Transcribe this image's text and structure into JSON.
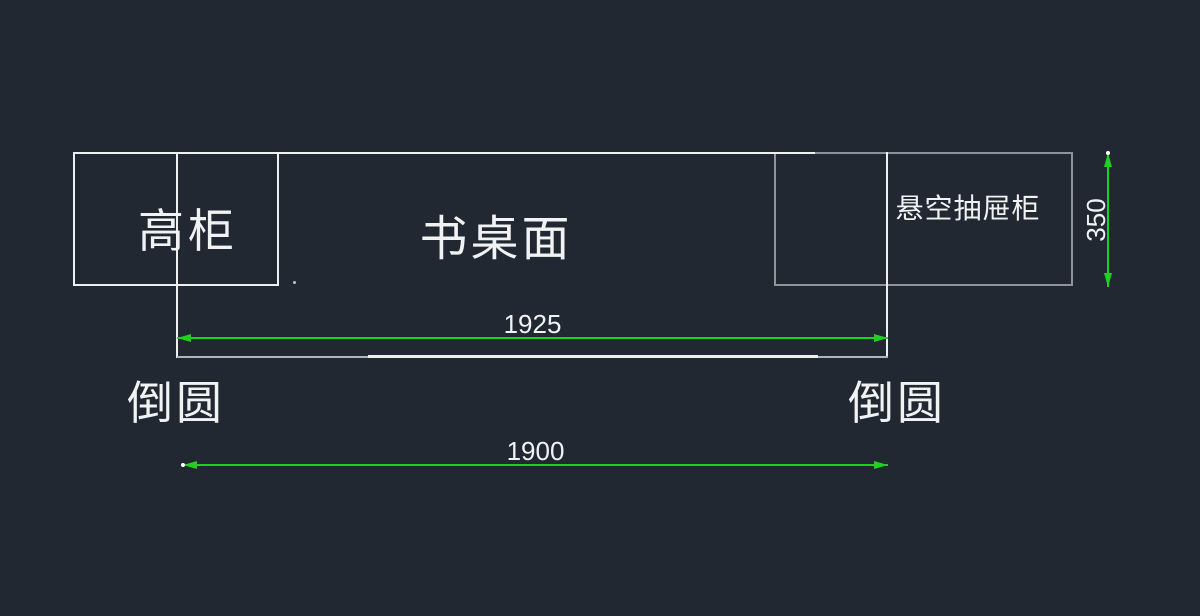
{
  "colors": {
    "background": "#222831",
    "line_white": "#edeff1",
    "line_gray": "#90949a",
    "line_dim": "#b2b6bc",
    "green": "#1ed11e",
    "text": "#f0f2f4"
  },
  "entities": {
    "tall_cabinet": {
      "label": "高柜"
    },
    "desk_surface": {
      "label": "书桌面"
    },
    "floating_drawer_cabinet": {
      "label": "悬空抽屉柜"
    },
    "fillet_left": {
      "label": "倒圆"
    },
    "fillet_right": {
      "label": "倒圆"
    }
  },
  "dimensions": {
    "desk_length": {
      "value": "1925"
    },
    "overall_length": {
      "value": "1900"
    },
    "drawer_height": {
      "value": "350"
    }
  }
}
